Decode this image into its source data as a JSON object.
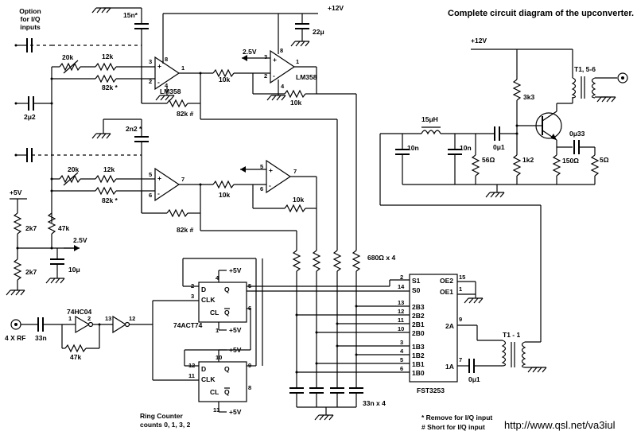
{
  "title": "Complete circuit diagram of the upconverter.",
  "url": "http://www.qsl.net/va3iul",
  "notes": {
    "remove": "* Remove for I/Q input",
    "short": "# Short for I/Q input"
  },
  "ring_counter": {
    "line1": "Ring Counter",
    "line2": "counts 0, 1, 3, 2"
  },
  "option_label": {
    "line1": "Option",
    "line2": "for I/Q",
    "line3": "inputs"
  },
  "labels": {
    "plus12v_top": "+12V",
    "plus12v_right": "+12V",
    "c15n": "15n*",
    "c22u": "22μ",
    "v25_top": "2.5V",
    "lm358_a": "LM358",
    "lm358_b": "LM358",
    "r20k_a": "20k",
    "r12k_a": "12k",
    "r82k_a": "82k *",
    "r82k_fb_a": "82k #",
    "r10k_a": "10k",
    "r10k_fb_a": "10k",
    "c2u2": "2μ2",
    "c2n2": "2n2 *",
    "r20k_b": "20k",
    "r12k_b": "12k",
    "r82k_b": "82k *",
    "r82k_fb_b": "82k #",
    "r10k_b": "10k",
    "r10k_fb_b": "10k",
    "plus5v": "+5V",
    "r2k7_a": "2k7",
    "r2k7_b": "2k7",
    "r47k": "47k",
    "v25_mid": "2.5V",
    "c10u": "10μ",
    "rf_in": "4 X RF",
    "c33n": "33n",
    "hc04": "74HC04",
    "r47k_fb": "47k",
    "act74": "74ACT74",
    "fst": "FST3253",
    "r680": "680Ω x 4",
    "c33nx4": "33n x 4",
    "ind15u": "15μH",
    "c10n_a": "10n",
    "c10n_b": "10n",
    "c0u1_a": "0μ1",
    "r56": "56Ω",
    "r1k2": "1k2",
    "r3k3": "3k3",
    "t156": "T1, 5-6",
    "c0u33": "0μ33",
    "r150": "150Ω",
    "r5": "5Ω",
    "t11": "T1 - 1",
    "c0u1_b": "0μ1",
    "ff_p5v_a": "+5V",
    "ff_p5v_b": "+5V",
    "ff_p5v_c": "+5V",
    "ff_p5v_d": "+5V"
  },
  "pins": {
    "u1_3": "3",
    "u1_2": "2",
    "u1_8": "8",
    "u1_4": "4",
    "u1_1": "1",
    "u2_3": "3",
    "u2_2": "2",
    "u2_8": "8",
    "u2_4": "4",
    "u2_1": "1",
    "u3_5": "5",
    "u3_6": "6",
    "u3_7": "7",
    "u4_5": "5",
    "u4_6": "6",
    "u4_7": "7",
    "g_1": "1",
    "g_2": "2",
    "g_13": "13",
    "g_12": "12",
    "ff_2": "2",
    "ff_3": "3",
    "ff_4": "4",
    "ff_5": "5",
    "ff_6": "6",
    "ff_1": "1",
    "ff_12": "12",
    "ff_11": "11",
    "ff_10": "10",
    "ff_9": "9",
    "ff_8": "8",
    "ff_13": "13",
    "fst_2": "2",
    "fst_14": "14",
    "fst_13": "13",
    "fst_12": "12",
    "fst_11": "11",
    "fst_10": "10",
    "fst_3": "3",
    "fst_4": "4",
    "fst_5": "5",
    "fst_6": "6",
    "fst_15": "15",
    "fst_1": "1",
    "fst_9": "9",
    "fst_7": "7"
  },
  "ff_pins": {
    "d": "D",
    "clk": "CLK",
    "cl": "CL",
    "q": "Q",
    "qb": "Q"
  },
  "fst_pins": {
    "s1": "S1",
    "s0": "S0",
    "b3a": "2B3",
    "b2a": "2B2",
    "b1a": "2B1",
    "b0a": "2B0",
    "b3b": "1B3",
    "b2b": "1B2",
    "b1b": "1B1",
    "b0b": "1B0",
    "oe2": "OE2",
    "oe1": "OE1",
    "o2a": "2A",
    "o1a": "1A"
  }
}
